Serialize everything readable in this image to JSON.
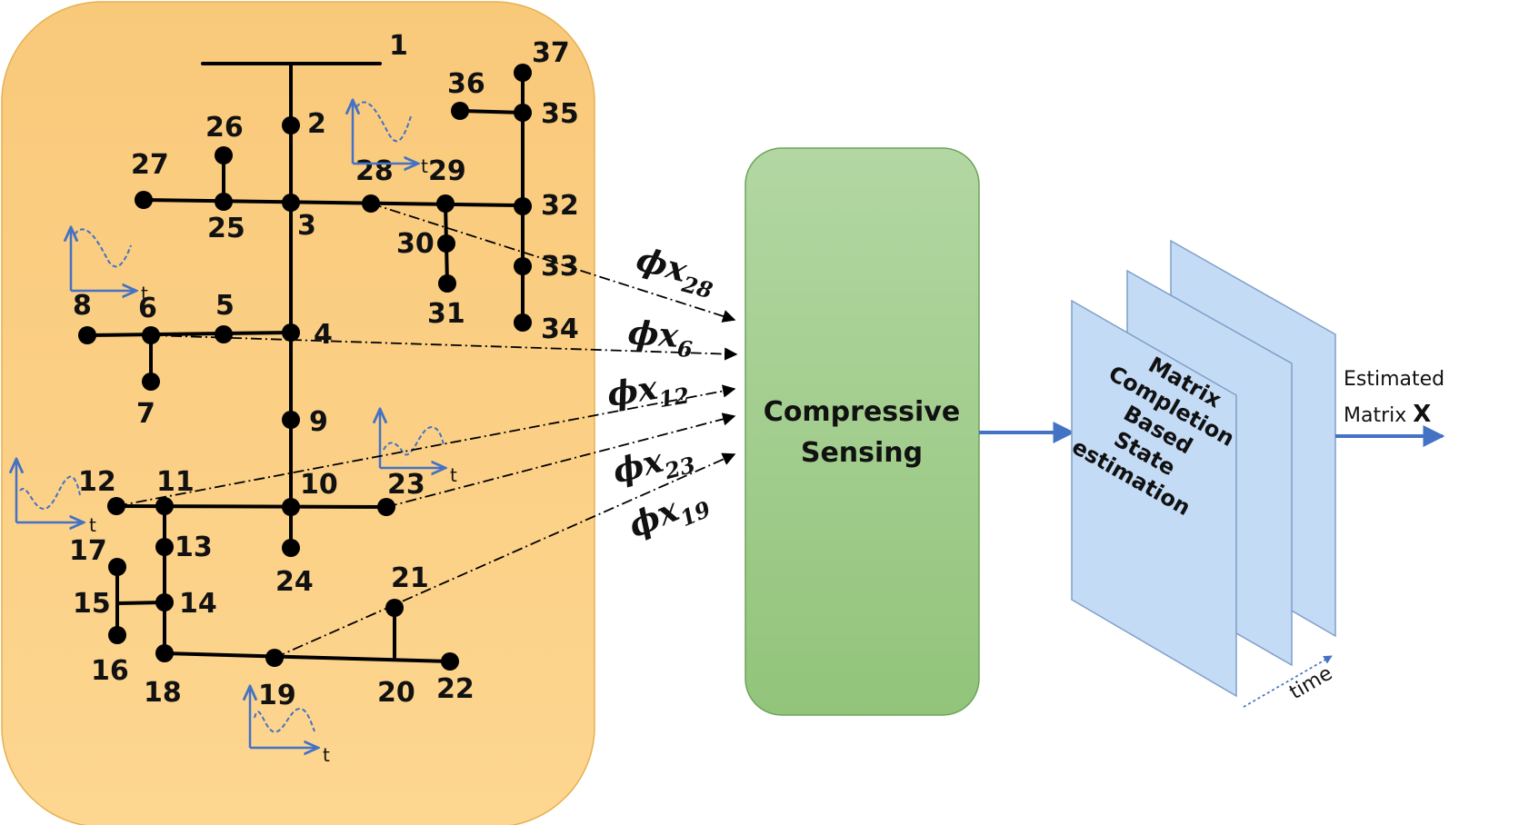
{
  "feeder": {
    "nodes": [
      "1",
      "2",
      "3",
      "4",
      "5",
      "6",
      "7",
      "8",
      "9",
      "10",
      "11",
      "12",
      "13",
      "14",
      "15",
      "16",
      "17",
      "18",
      "19",
      "20",
      "21",
      "22",
      "23",
      "24",
      "25",
      "26",
      "27",
      "28",
      "29",
      "30",
      "31",
      "32",
      "33",
      "34",
      "35",
      "36",
      "37"
    ]
  },
  "measurements": [
    {
      "phi": "ϕ",
      "var": "x",
      "sub": "28"
    },
    {
      "phi": "ϕ",
      "var": "x",
      "sub": "6"
    },
    {
      "phi": "ϕ",
      "var": "x",
      "sub": "12"
    },
    {
      "phi": "ϕ",
      "var": "x",
      "sub": "23"
    },
    {
      "phi": "ϕ",
      "var": "x",
      "sub": "19"
    }
  ],
  "mini_plots": {
    "axis_label": "t"
  },
  "cs_box": {
    "line1": "Compressive",
    "line2": "Sensing",
    "fill_top": "#b3d7a3",
    "fill_bottom": "#92c47a"
  },
  "mc_box": {
    "lines": [
      "Matrix",
      "Completion",
      "Based",
      "State",
      "estimation"
    ],
    "fill": "#c4dbf6"
  },
  "time_label": "time",
  "output": {
    "line1": "Estimated",
    "line2_prefix": "Matrix ",
    "symbol": "X"
  },
  "colors": {
    "feeder_bg": "#fbd18a",
    "blue": "#4472c4",
    "line": "#000000"
  }
}
